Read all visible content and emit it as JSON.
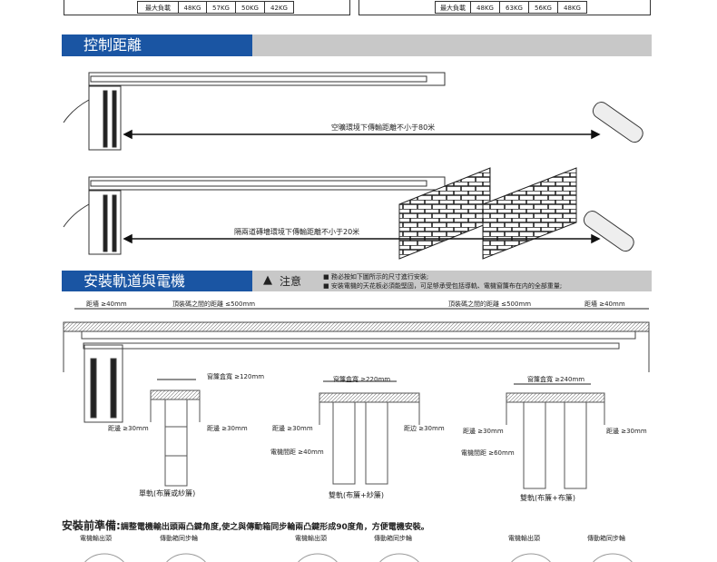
{
  "load_tables": [
    {
      "label": "最大負載",
      "values": [
        "48KG",
        "57KG",
        "50KG",
        "42KG"
      ]
    },
    {
      "label": "最大負載",
      "values": [
        "48KG",
        "63KG",
        "56KG",
        "48KG"
      ]
    }
  ],
  "section1": {
    "title": "控制距離",
    "distance_open": "空曠環境下傳輸距離不小于80米",
    "distance_walls": "隔兩道磚墻環境下傳輸距離不小于20米"
  },
  "section2": {
    "title": "安裝軌道與電機",
    "warning": "注意",
    "notes": [
      "務必按如下圖所示的尺寸進行安裝;",
      "安裝電機的天花板必須能堅固，可足够承受包括導軌、電機窗簾布在内的全部重量;"
    ],
    "dims": {
      "wall_left": "距墻 ≥40mm",
      "bracket_left": "頂裝碼之間的距離 ≤500mm",
      "bracket_right": "頂裝碼之間的距離 ≤500mm",
      "wall_right": "距墻 ≥40mm"
    },
    "sections": [
      {
        "box": "窗簾盒寬 ≥120mm",
        "left": "距邊 ≥30mm",
        "right": "距邊 ≥30mm",
        "caption": "單軌(布簾或紗簾)"
      },
      {
        "box": "窗簾盒寬 ≥220mm",
        "left": "距邊 ≥30mm",
        "right": "距边 ≥30mm",
        "gap": "電機間距 ≥40mm",
        "caption": "雙軌(布簾+紗簾)"
      },
      {
        "box": "窗簾盒寬 ≥240mm",
        "left": "距邊 ≥30mm",
        "right": "距邊 ≥30mm",
        "gap": "電機間距 ≥60mm",
        "caption": "雙軌(布簾+布簾)"
      }
    ]
  },
  "prep": {
    "title": "安裝前準備:",
    "text": "調整電機輸出頭兩凸鍵角度,使之與傳動箱同步輪兩凸鍵形成90度角，方便電機安裝。",
    "labels": [
      "電機輸出頭",
      "傳動箱同步輪",
      "電機輸出頭",
      "傳動箱同步輪",
      "電機輸出頭",
      "傳動箱同步輪"
    ]
  },
  "colors": {
    "header_blue": "#1a55a3",
    "header_gray": "#c8c8c8"
  }
}
